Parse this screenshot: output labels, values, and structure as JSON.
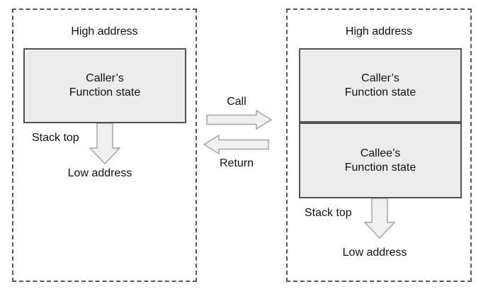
{
  "colors": {
    "background": "#ffffff",
    "panel-border": "#595959",
    "box-border": "#545454",
    "box-fill": "#ececec",
    "arrow-fill": "#f0f0f0",
    "arrow-border": "#a6a6a6",
    "text": "#111111"
  },
  "left_panel": {
    "high_address_label": "High address",
    "caller_box": {
      "line1": "Caller’s",
      "line2": "Function state"
    },
    "stack_top_label": "Stack top",
    "low_address_label": "Low address"
  },
  "middle": {
    "call_label": "Call",
    "return_label": "Return"
  },
  "right_panel": {
    "high_address_label": "High address",
    "caller_box": {
      "line1": "Caller’s",
      "line2": "Function state"
    },
    "callee_box": {
      "line1": "Callee’s",
      "line2": "Function state"
    },
    "stack_top_label": "Stack top",
    "low_address_label": "Low address"
  }
}
